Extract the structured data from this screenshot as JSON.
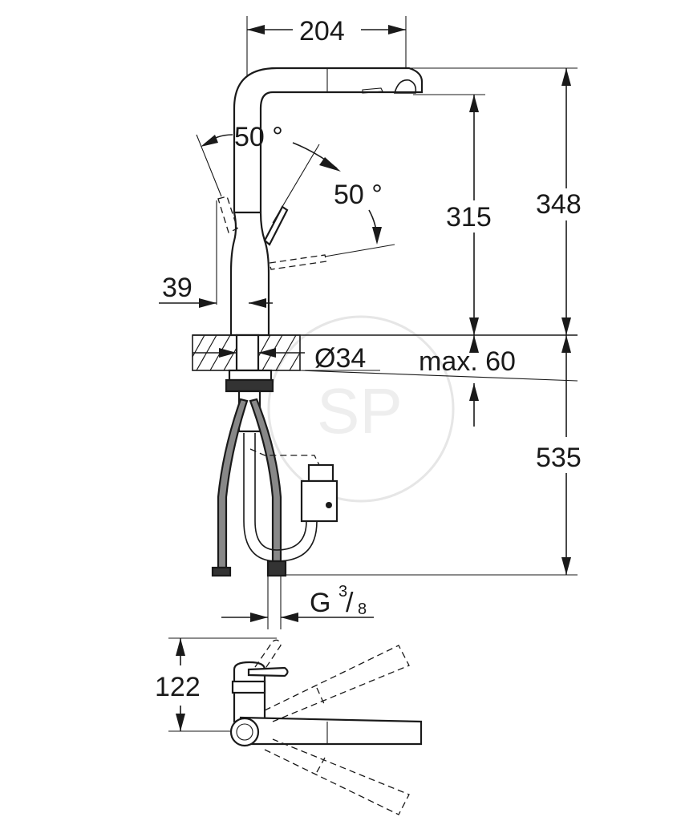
{
  "dimensions": {
    "width_top": "204",
    "angle_left": "50 °",
    "angle_right": "50 °",
    "spout_height": "315",
    "total_height": "348",
    "base_width": "39",
    "hole_diameter": "Ø34",
    "max_thickness": "max. 60",
    "hose_length": "535",
    "thread_main": "G",
    "thread_num": "3",
    "thread_den": "8",
    "thread_sep": "/",
    "plan_depth": "122"
  },
  "colors": {
    "line": "#1a1a1a",
    "watermark": "#e6e6e6",
    "background": "#ffffff"
  }
}
